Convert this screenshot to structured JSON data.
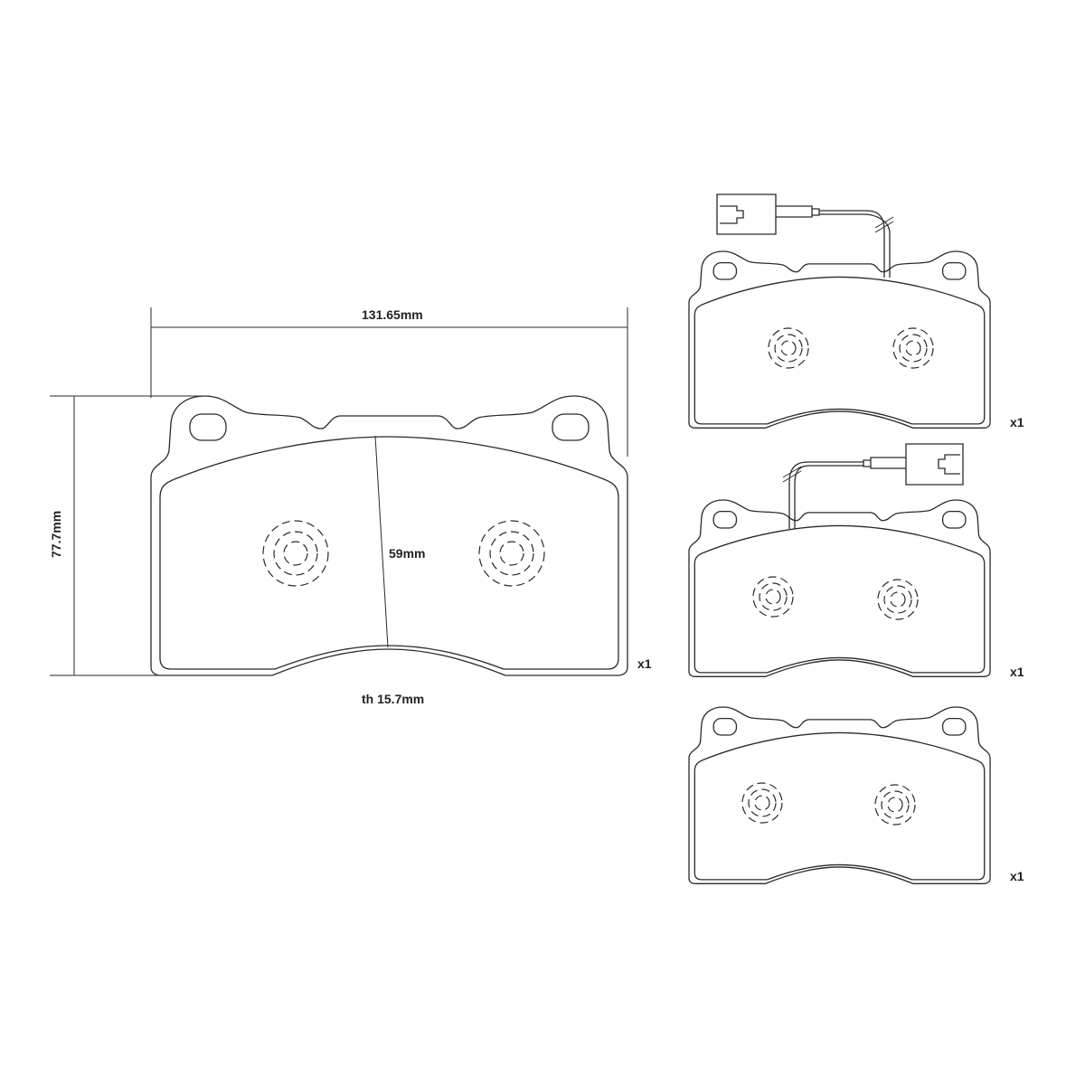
{
  "dimensions": {
    "width": "131.65mm",
    "height": "77.7mm",
    "friction_height": "59mm",
    "thickness": "th 15.7mm"
  },
  "pads": [
    {
      "id": "main",
      "quantity": "x1",
      "wear_sensor": false
    },
    {
      "id": "pad-with-sensor-right",
      "quantity": "x1",
      "wear_sensor": true
    },
    {
      "id": "pad-with-sensor-left",
      "quantity": "x1",
      "wear_sensor": true
    },
    {
      "id": "pad-plain",
      "quantity": "x1",
      "wear_sensor": false
    }
  ],
  "colors": {
    "line": "#2a2a2a",
    "background": "#ffffff"
  }
}
